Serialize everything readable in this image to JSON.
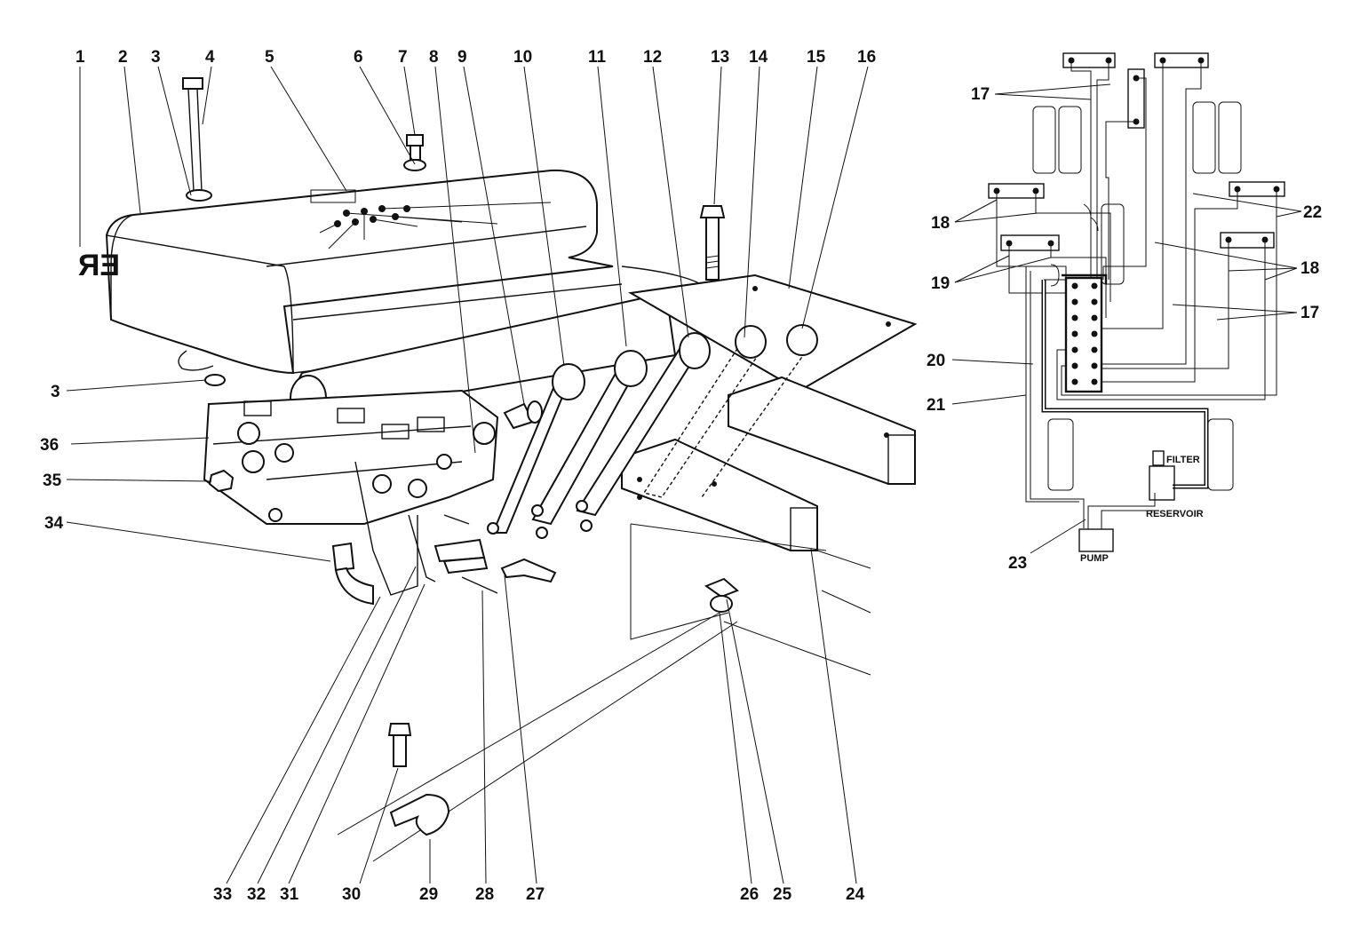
{
  "diagram": {
    "callouts": [
      "1",
      "2",
      "3",
      "4",
      "5",
      "6",
      "7",
      "8",
      "9",
      "10",
      "11",
      "12",
      "13",
      "14",
      "15",
      "16",
      "3",
      "36",
      "35",
      "34",
      "33",
      "32",
      "31",
      "30",
      "29",
      "28",
      "27",
      "26",
      "25",
      "24"
    ],
    "schematic_callouts": [
      "17",
      "18",
      "19",
      "20",
      "21",
      "22",
      "18",
      "17",
      "23"
    ],
    "schematic_text": {
      "filter": "FILTER",
      "reservoir": "RESERVOIR",
      "pump": "PUMP"
    },
    "decal_text": "ER",
    "colors": {
      "ink": "#111111",
      "paper": "#ffffff"
    }
  }
}
